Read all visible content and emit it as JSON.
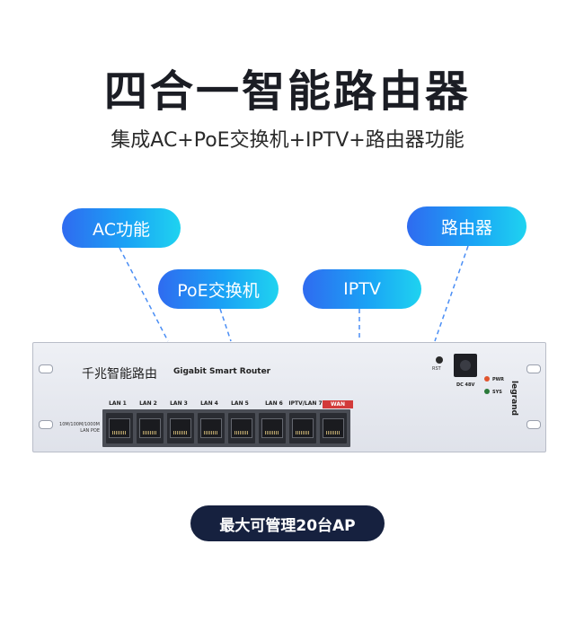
{
  "header": {
    "title": "四合一智能路由器",
    "subtitle": "集成AC+PoE交换机+IPTV+路由器功能"
  },
  "features": {
    "ac": "AC功能",
    "poe": "PoE交换机",
    "iptv": "IPTV",
    "router": "路由器"
  },
  "device": {
    "name_cn": "千兆智能路由",
    "name_en": "Gigabit Smart Router",
    "speed_label_line1": "10M/100M/1000M",
    "speed_label_line2": "LAN POE",
    "ports": [
      "LAN 1",
      "LAN 2",
      "LAN 3",
      "LAN 4",
      "LAN 5",
      "LAN 6",
      "IPTV/LAN 7",
      "WAN"
    ],
    "rst_label": "RST",
    "dc_label": "DC 48V",
    "pwr_label": "PWR",
    "sys_label": "SYS",
    "brand": "legrand"
  },
  "badge": {
    "text": "最大可管理20台AP"
  },
  "colors": {
    "pill_gradient_start": "#2f6bf0",
    "pill_gradient_end": "#1fd3f0",
    "badge_bg": "#16213f",
    "wan_red": "#d23a3a",
    "pwr_led": "#e0542e",
    "sys_led": "#2a7a3a"
  }
}
